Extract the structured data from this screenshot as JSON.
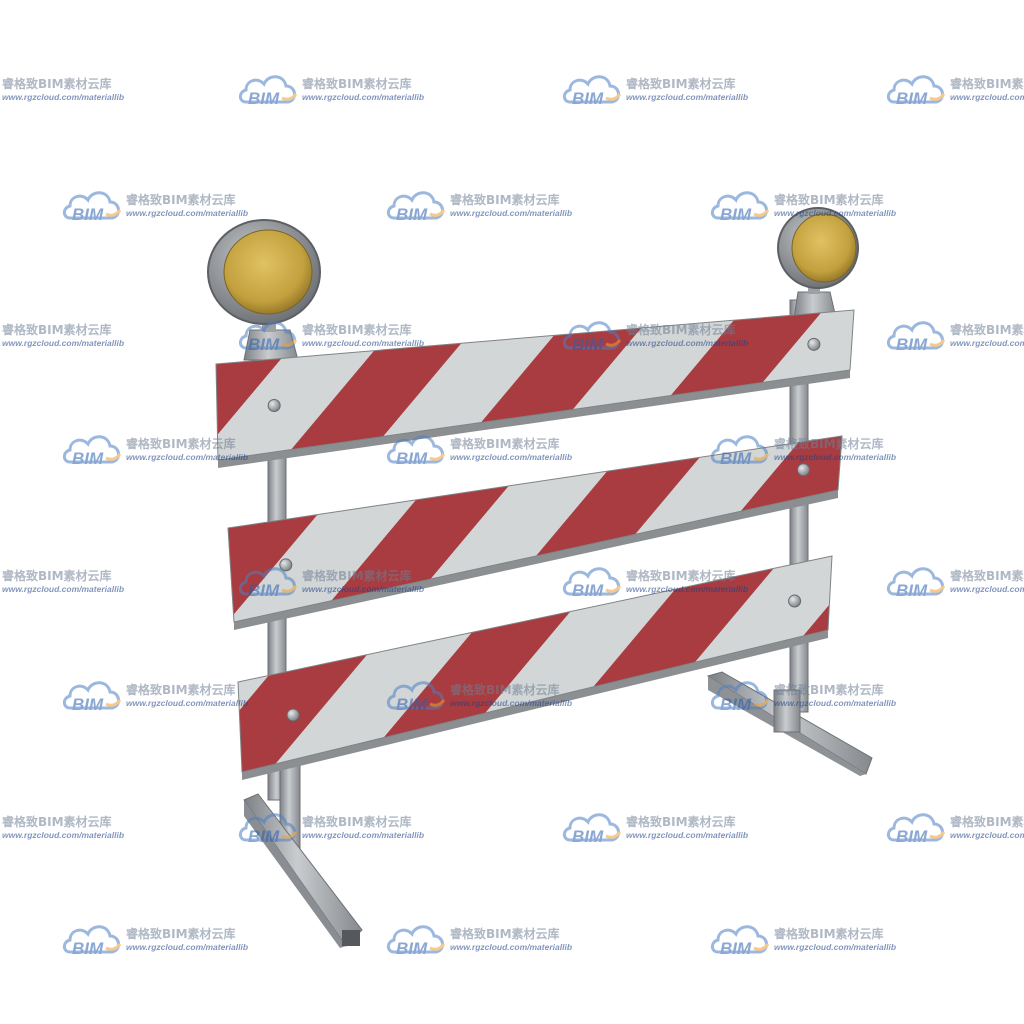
{
  "scene": {
    "subject": "road-barricade",
    "colors": {
      "stripe_red": "#a83c40",
      "stripe_white": "#d3d6d6",
      "metal": "#a4a8ab",
      "lamp_lens": "#c2a03e",
      "lamp_housing": "#8d9094"
    },
    "rails": 3,
    "lamps": 2
  },
  "watermark": {
    "logo_text": "BIM",
    "title": "睿格致BIM素材云库",
    "url": "www.rgzcloud.com/materiallib"
  }
}
